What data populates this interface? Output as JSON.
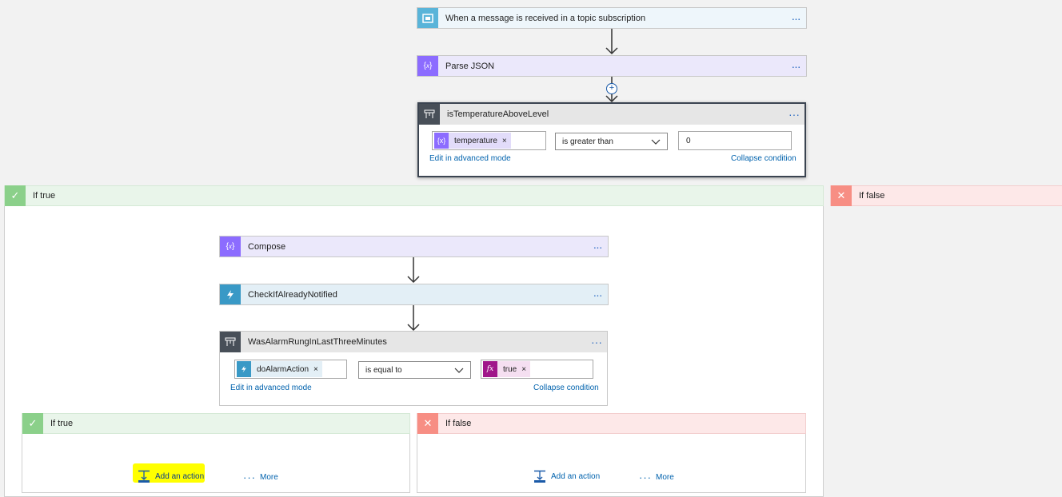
{
  "trigger": {
    "title": "When a message is received in a topic subscription",
    "icon": "service-bus-icon"
  },
  "parse_json": {
    "title": "Parse JSON",
    "icon": "variable-icon"
  },
  "condition1": {
    "title": "isTemperatureAboveLevel",
    "operand_left": "temperature",
    "operator": "is greater than",
    "operand_right": "0",
    "edit_link": "Edit in advanced mode",
    "collapse_link": "Collapse condition"
  },
  "outer_true": {
    "label": "If true"
  },
  "outer_false": {
    "label": "If false"
  },
  "compose": {
    "title": "Compose"
  },
  "check_notified": {
    "title": "CheckIfAlreadyNotified"
  },
  "condition2": {
    "title": "WasAlarmRungInLastThreeMinutes",
    "operand_left": "doAlarmAction",
    "operator": "is equal to",
    "operand_right": "true",
    "edit_link": "Edit in advanced mode",
    "collapse_link": "Collapse condition"
  },
  "inner_true": {
    "label": "If true",
    "add_action": "Add an action",
    "more": "More"
  },
  "inner_false": {
    "label": "If false",
    "add_action": "Add an action",
    "more": "More"
  },
  "more_dots": "···",
  "remove_x": "×",
  "colors": {
    "trigger": "#59b4d9",
    "parse": "#8c6cff",
    "function": "#3999c6",
    "condition": "#484f58",
    "true": "#8bd08a",
    "false": "#f78e84",
    "fx": "#a0178a",
    "highlight": "#ffff00"
  }
}
